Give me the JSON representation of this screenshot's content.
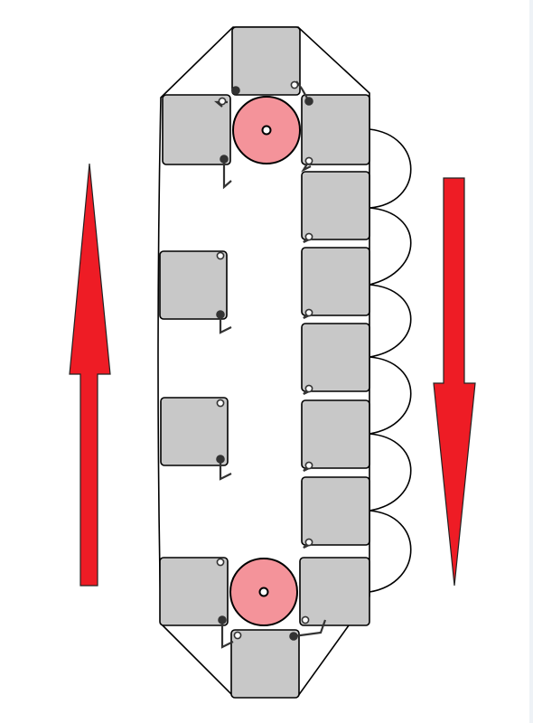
{
  "diagram": {
    "colors": {
      "box_fill": "#c8c8c8",
      "outline": "#000000",
      "pulley_fill": "#f4939a",
      "arrow_fill": "#ee1c25",
      "hook": "#333333"
    },
    "arrow_up_icon": "upward-direction-arrow",
    "arrow_down_icon": "downward-direction-arrow",
    "pulley_icon": "pulley-wheel"
  }
}
